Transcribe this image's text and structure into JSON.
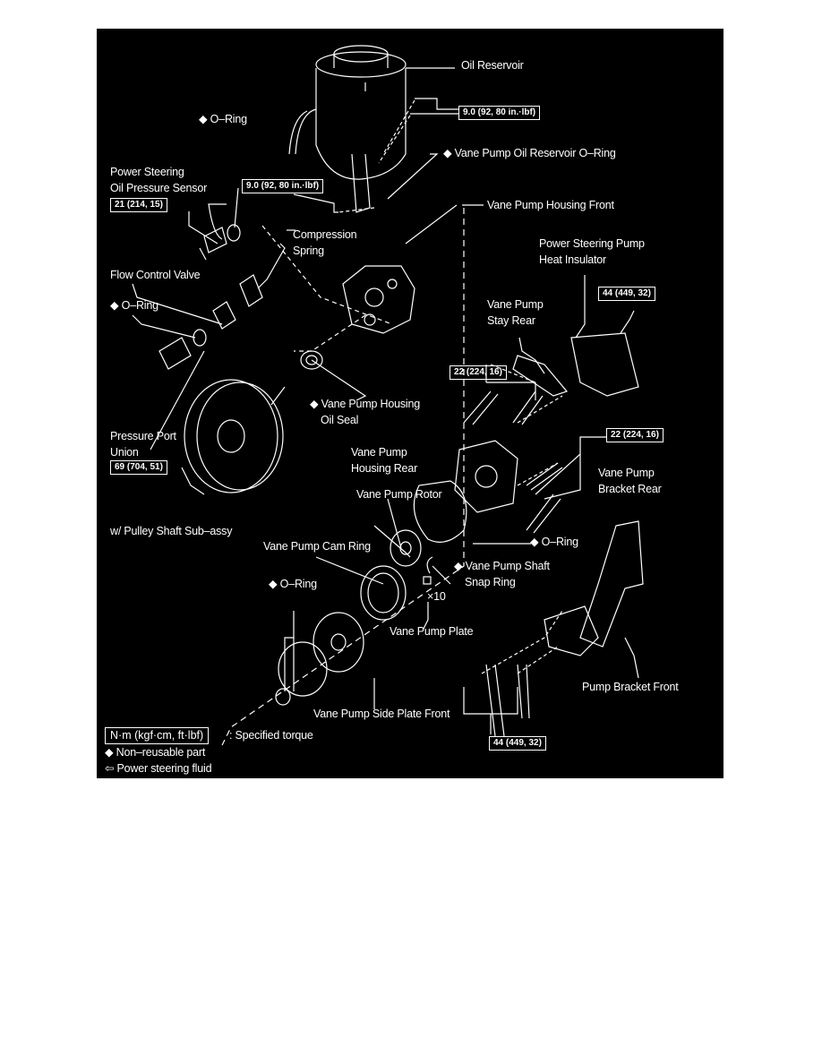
{
  "labels": {
    "oil_reservoir": "Oil Reservoir",
    "o_ring_top": "◆ O–Ring",
    "reservoir_o_ring": "◆ Vane Pump Oil Reservoir O–Ring",
    "pressure_sensor_1": "Power Steering",
    "pressure_sensor_2": "Oil Pressure Sensor",
    "housing_front": "Vane Pump Housing Front",
    "compression_spring_1": "Compression",
    "compression_spring_2": "Spring",
    "heat_insulator_1": "Power Steering Pump",
    "heat_insulator_2": "Heat Insulator",
    "flow_control_valve": "Flow Control Valve",
    "o_ring_left": "◆ O–Ring",
    "stay_rear_1": "Vane Pump",
    "stay_rear_2": "Stay Rear",
    "oil_seal_1": "◆ Vane Pump Housing",
    "oil_seal_2": "Oil Seal",
    "pressure_port_1": "Pressure Port",
    "pressure_port_2": "Union",
    "housing_rear_1": "Vane Pump",
    "housing_rear_2": "Housing Rear",
    "bracket_rear_1": "Vane Pump",
    "bracket_rear_2": "Bracket Rear",
    "rotor": "Vane Pump Rotor",
    "pulley_shaft": "w/ Pulley Shaft Sub–assy",
    "o_ring_right": "◆ O–Ring",
    "cam_ring": "Vane Pump Cam Ring",
    "snap_ring_1": "◆ Vane Pump Shaft",
    "snap_ring_2": "Snap Ring",
    "o_ring_bottom": "◆ O–Ring",
    "x10": "×10",
    "plate": "Vane Pump Plate",
    "bracket_front": "Pump Bracket Front",
    "side_plate_front": "Vane Pump Side Plate Front"
  },
  "torques": {
    "reservoir_upper": "9.0 (92, 80 in.·lbf)",
    "reservoir_lower": "9.0 (92, 80 in.·lbf)",
    "sensor": "21 (214, 15)",
    "insulator": "44 (449, 32)",
    "stay": "22 (224, 16)",
    "port_union": "69 (704, 51)",
    "housing_rear": "22 (224, 16)",
    "bracket_bolts": "44 (449, 32)"
  },
  "legend": {
    "torque_unit": "N·m (kgf·cm, ft·lbf)",
    "torque_desc": ": Specified torque",
    "non_reusable": "◆ Non–reusable part",
    "fluid": "⇦ Power steering fluid"
  }
}
